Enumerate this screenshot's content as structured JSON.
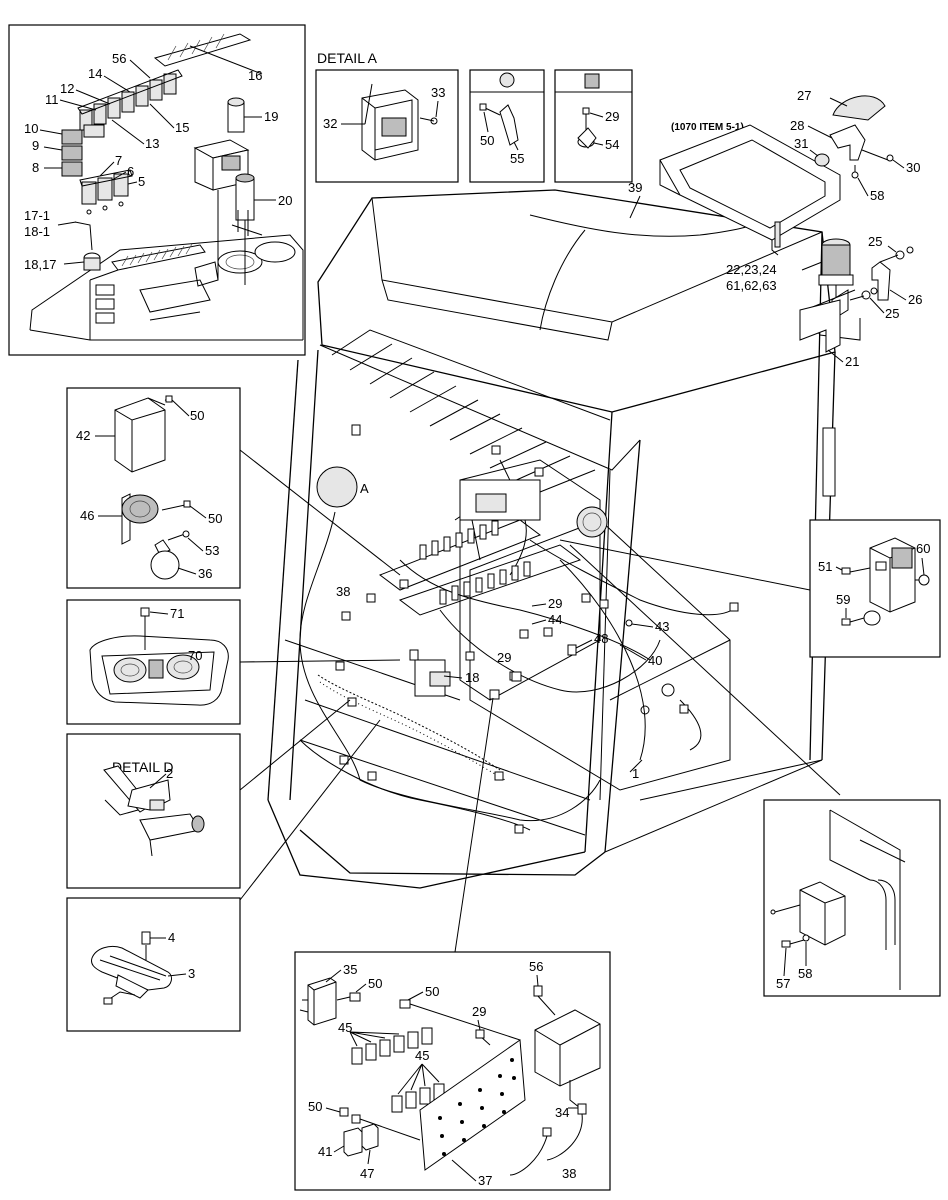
{
  "titles": {
    "detail_a": "DETAIL A",
    "detail_d": "DETAIL D",
    "ref_1070": "(1070 ITEM 5-1)",
    "callout_a": "A"
  },
  "callouts": {
    "c56a": "56",
    "c14": "14",
    "c16": "16",
    "c12": "12",
    "c11": "11",
    "c10": "10",
    "c9": "9",
    "c8": "8",
    "c13": "13",
    "c15": "15",
    "c7": "7",
    "c6": "6",
    "c5": "5",
    "c19": "19",
    "c20": "20",
    "c17_1": "17-1",
    "c18_1": "18-1",
    "c18_17": "18,17",
    "c33": "33",
    "c32": "32",
    "c50a": "50",
    "c55": "55",
    "c29a": "29",
    "c54": "54",
    "c27": "27",
    "c28": "28",
    "c31": "31",
    "c30": "30",
    "c58a": "58",
    "c39": "39",
    "c25a": "25",
    "c22": "22,23,24",
    "c61": "61,62,63",
    "c26": "26",
    "c25b": "25",
    "c21": "21",
    "c50b": "50",
    "c42": "42",
    "c46": "46",
    "c50c": "50",
    "c53": "53",
    "c36": "36",
    "c71": "71",
    "c70": "70",
    "c2": "2",
    "c4": "4",
    "c3": "3",
    "c38a": "38",
    "c29b": "29",
    "c44": "44",
    "c48": "48",
    "c43": "43",
    "c40": "40",
    "c29c": "29",
    "c18": "18",
    "c1": "1",
    "c51": "51",
    "c60": "60",
    "c59": "59",
    "c57": "57",
    "c58b": "58",
    "c35": "35",
    "c50d": "50",
    "c50e": "50",
    "c56b": "56",
    "c45a": "45",
    "c29d": "29",
    "c45b": "45",
    "c50f": "50",
    "c41": "41",
    "c47": "47",
    "c37": "37",
    "c34": "34",
    "c38b": "38"
  }
}
